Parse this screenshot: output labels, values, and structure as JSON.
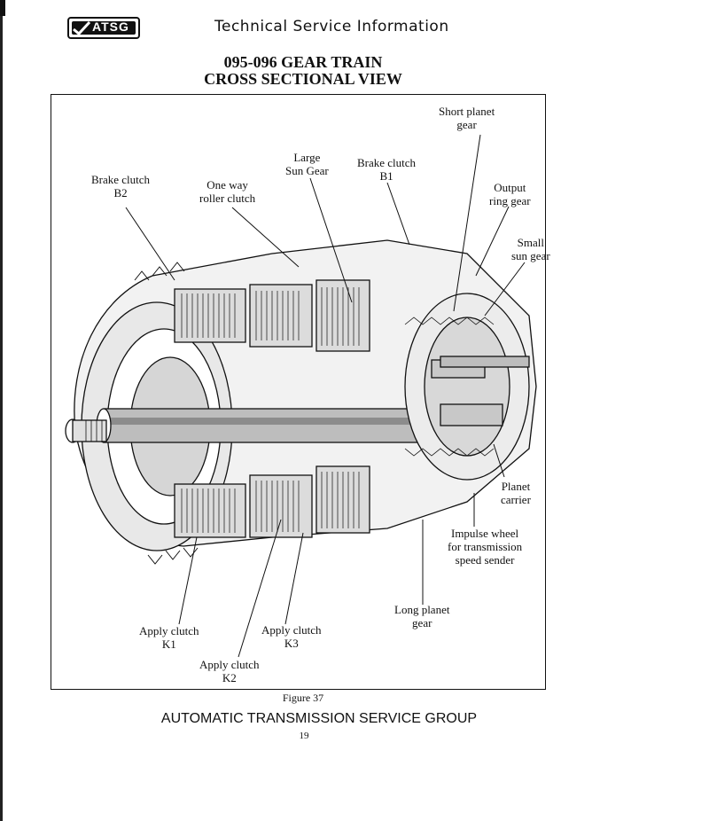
{
  "header": {
    "logo_text": "ATSG",
    "title": "Technical Service Information"
  },
  "document": {
    "title_line1": "095-096 GEAR TRAIN",
    "title_line2": "CROSS SECTIONAL VIEW"
  },
  "figure": {
    "labels": {
      "short_planet_gear": [
        "Short planet",
        "gear"
      ],
      "large_sun_gear": [
        "Large",
        "Sun Gear"
      ],
      "brake_clutch_b1": [
        "Brake clutch",
        "B1"
      ],
      "brake_clutch_b2": [
        "Brake clutch",
        "B2"
      ],
      "one_way_roller_clutch": [
        "One way",
        "roller clutch"
      ],
      "output_ring_gear": [
        "Output",
        "ring gear"
      ],
      "small_sun_gear": [
        "Small",
        "sun gear"
      ],
      "planet_carrier": [
        "Planet",
        "carrier"
      ],
      "impulse_wheel": [
        "Impulse wheel",
        "for transmission",
        "speed sender"
      ],
      "long_planet_gear": [
        "Long planet",
        "gear"
      ],
      "apply_clutch_k1": [
        "Apply clutch",
        "K1"
      ],
      "apply_clutch_k3": [
        "Apply clutch",
        "K3"
      ],
      "apply_clutch_k2": [
        "Apply clutch",
        "K2"
      ]
    },
    "caption": "Figure 37"
  },
  "footer": {
    "organization": "AUTOMATIC TRANSMISSION SERVICE GROUP",
    "page_number": "19"
  }
}
